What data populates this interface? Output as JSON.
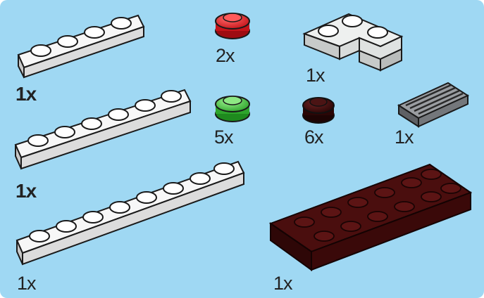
{
  "parts": [
    {
      "id": "plate-1x4-white",
      "quantity": "1x",
      "color": "#ffffff"
    },
    {
      "id": "round-plate-1x1-red",
      "quantity": "2x",
      "color": "#e8262b"
    },
    {
      "id": "corner-plate-2x2-light-gray",
      "quantity": "1x",
      "color": "#e4e7e6"
    },
    {
      "id": "plate-1x6-white",
      "quantity": "1x",
      "color": "#ffffff"
    },
    {
      "id": "round-plate-1x1-green",
      "quantity": "5x",
      "color": "#3fc23e"
    },
    {
      "id": "round-plate-1x1-dark-red",
      "quantity": "6x",
      "color": "#3d0c0c"
    },
    {
      "id": "grille-tile-1x2-dark-gray",
      "quantity": "1x",
      "color": "#7a7c80"
    },
    {
      "id": "plate-1x8-white",
      "quantity": "1x",
      "color": "#ffffff"
    },
    {
      "id": "plate-2x6-dark-red",
      "quantity": "1x",
      "color": "#4a0e0e"
    }
  ],
  "panel_color": "#9fd8f3"
}
